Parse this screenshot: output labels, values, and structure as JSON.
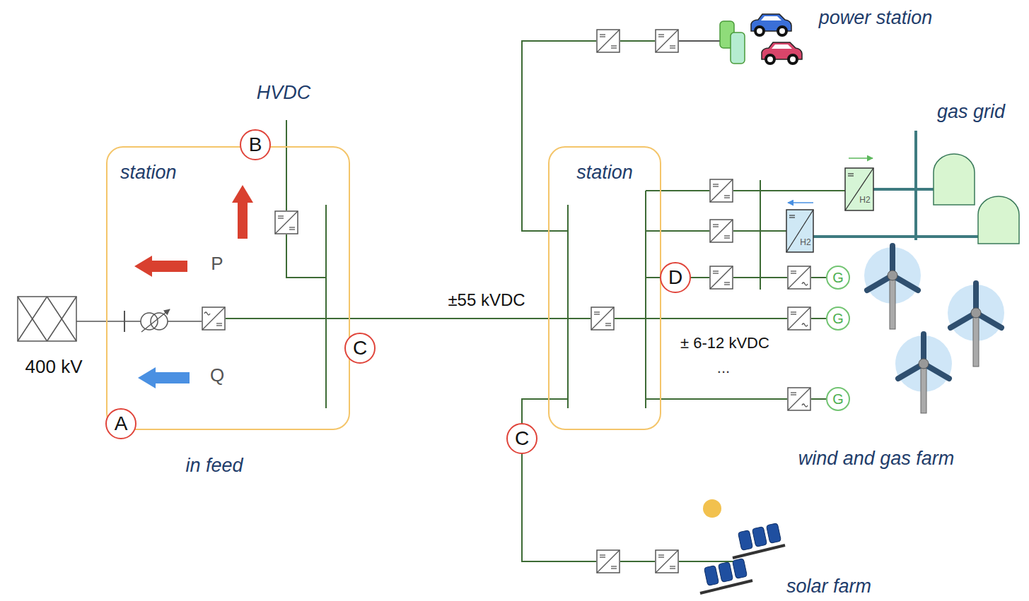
{
  "diagram": {
    "nodes": [
      {
        "text": [
          "station"
        ]
      },
      {
        "text": [
          "B"
        ]
      },
      {
        "text": [
          "A"
        ]
      },
      {
        "text": [
          "C"
        ]
      },
      {
        "text": [
          "station"
        ]
      },
      {
        "text": [
          "D"
        ]
      },
      {
        "text": [
          "C"
        ]
      },
      {
        "text": [
          "G"
        ]
      },
      {
        "text": [
          "G"
        ]
      },
      {
        "text": [
          "G"
        ]
      }
    ],
    "edges": [
      {
        "from": 0,
        "to": 4,
        "label": "±55 kVDC",
        "arrow": "none"
      }
    ],
    "labels": [
      "power station",
      "HVDC",
      "gas grid",
      "P",
      "400 kV",
      "Q",
      "± 6-12 kVDC",
      "...",
      "H2",
      "H2",
      "wind and gas farm",
      "in feed",
      "solar farm"
    ]
  }
}
